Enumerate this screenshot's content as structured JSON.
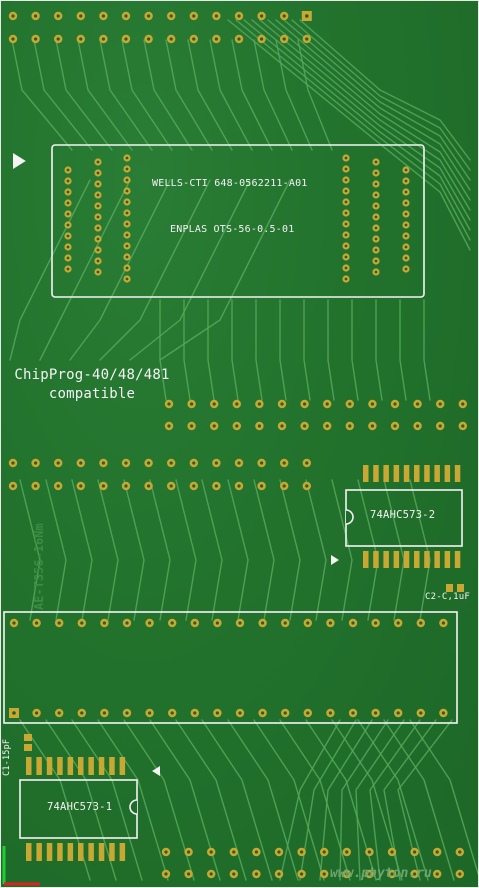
{
  "board": {
    "background": "#22732d",
    "trace_color": "#57a85c",
    "pad_color": "#c8a832",
    "silk_color": "#f4f4f4"
  },
  "socket": {
    "line1": "WELLS-CTI 648-0562211-A01",
    "line2": "ENPLAS OTS-56-0.5-01"
  },
  "compat": {
    "line1": "ChipProg-40/48/481",
    "line2": "compatible"
  },
  "components": {
    "u2": "74AHC573-2",
    "u1": "74AHC573-1",
    "c2": "C2-C,1uF",
    "c1": "C1-15pF"
  },
  "adapter_mark": "AE-TS56-16Nm",
  "watermark": "www.phyton.ru"
}
